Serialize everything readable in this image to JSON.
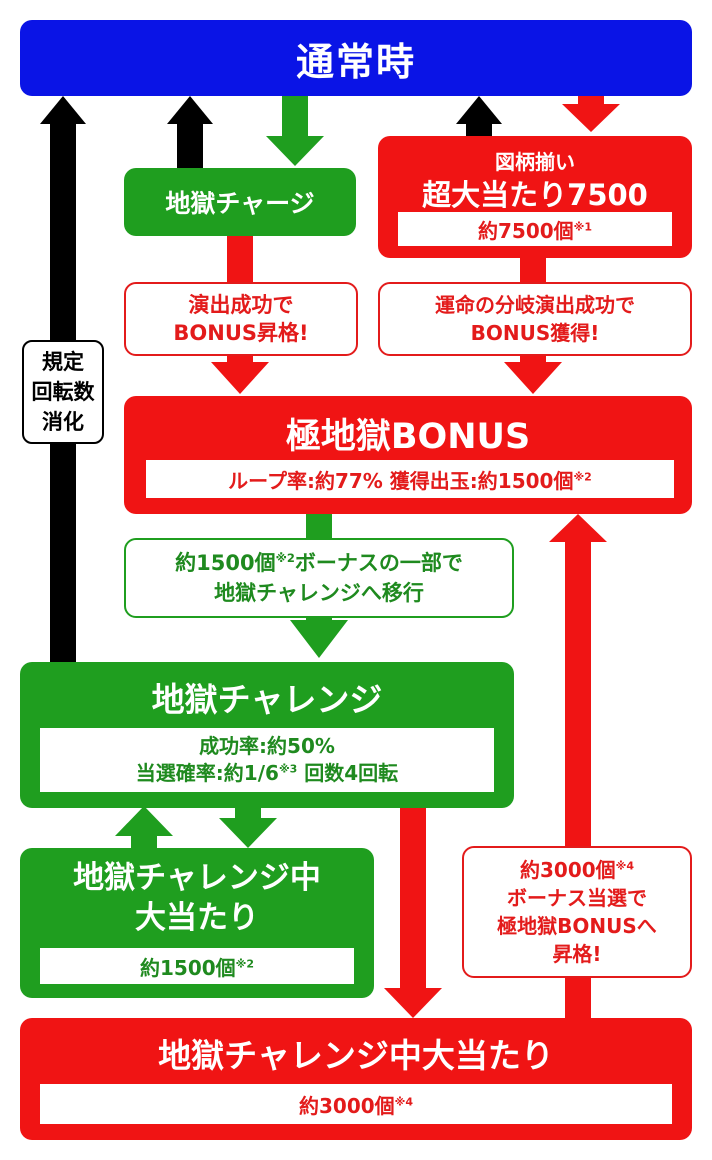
{
  "nodes": {
    "normal": {
      "title": "通常時"
    },
    "charge": {
      "title": "地獄チャージ"
    },
    "super_hit": {
      "line1": "図柄揃い",
      "line2": "超大当たり7500",
      "payout": "約7500個",
      "note": "※1"
    },
    "promo_left": {
      "line1": "演出成功で",
      "line2": "BONUS昇格!"
    },
    "promo_right": {
      "line1": "運命の分岐演出成功で",
      "line2": "BONUS獲得!"
    },
    "side_label": {
      "line1": "規定",
      "line2": "回転数",
      "line3": "消化"
    },
    "bonus": {
      "title": "極地獄BONUS",
      "stats": "ループ率:約77% 獲得出玉:約1500個",
      "note": "※2"
    },
    "transfer": {
      "line1_prefix": "約1500個",
      "line1_note": "※2",
      "line1_suffix": "ボーナスの一部で",
      "line2": "地獄チャレンジへ移行"
    },
    "challenge": {
      "title": "地獄チャレンジ",
      "line1": "成功率:約50%",
      "line2_prefix": "当選確率:約1/6",
      "line2_note": "※3",
      "line2_suffix": " 回数4回転"
    },
    "challenge_hit_small": {
      "line1": "地獄チャレンジ中",
      "line2": "大当たり",
      "payout": "約1500個",
      "note": "※2"
    },
    "promo_upgrade": {
      "line1_prefix": "約3000個",
      "line1_note": "※4",
      "line2": "ボーナス当選で",
      "line3": "極地獄BONUSへ",
      "line4": "昇格!"
    },
    "challenge_hit_big": {
      "title": "地獄チャレンジ中大当たり",
      "payout": "約3000個",
      "note": "※4"
    }
  },
  "colors": {
    "blue": "#0a14e6",
    "green": "#1f9e1f",
    "red": "#f01414",
    "black": "#000000"
  }
}
